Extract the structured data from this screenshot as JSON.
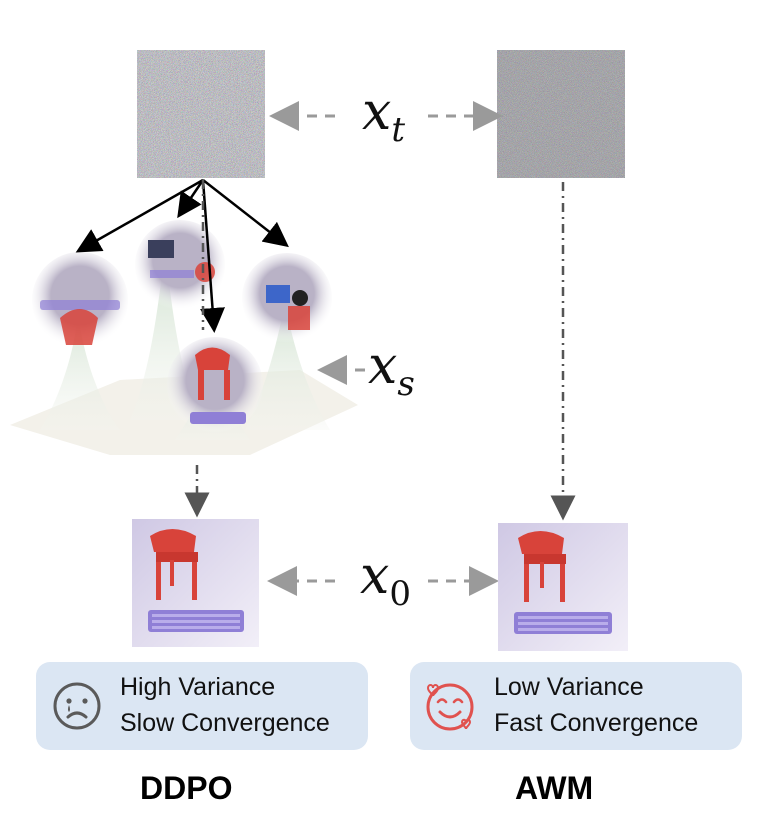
{
  "labels": {
    "xt_base": "x",
    "xt_sub": "t",
    "xs_base": "x",
    "xs_sub": "s",
    "x0_base": "x",
    "x0_sub": "0"
  },
  "ddpo": {
    "line1": "High Variance",
    "line2": "Slow Convergence",
    "name": "DDPO"
  },
  "awm": {
    "line1": "Low Variance",
    "line2": "Fast Convergence",
    "name": "AWM"
  },
  "colors": {
    "caption_bg": "#dbe6f3",
    "chair_red": "#d8433a",
    "keyboard_purple": "#8f7fd6",
    "sad_icon": "#5a5a5a",
    "happy_icon": "#e0524f"
  }
}
